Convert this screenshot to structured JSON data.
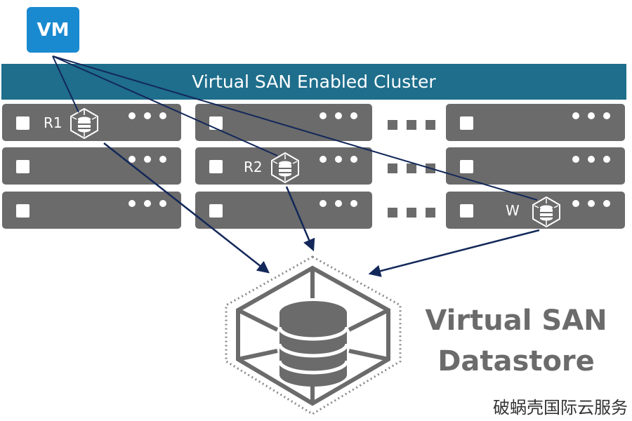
{
  "vm": {
    "label": "VM"
  },
  "cluster": {
    "title": "Virtual SAN Enabled Cluster"
  },
  "replicas": {
    "r1": "R1",
    "r2": "R2",
    "witness": "W"
  },
  "datastore": {
    "line1": "Virtual SAN",
    "line2": "Datastore"
  },
  "watermark": {
    "text": "破蜗壳国际云服务"
  },
  "colors": {
    "vm_blue": "#1a8ad0",
    "banner_teal": "#1e6e8c",
    "server_gray": "#6b6b6b",
    "arrow_navy": "#13285a"
  },
  "icons": [
    "vm-box",
    "server-square-icon",
    "server-dots-icon",
    "object-cube-icon",
    "datastore-cube-icon",
    "ellipsis-icon"
  ]
}
